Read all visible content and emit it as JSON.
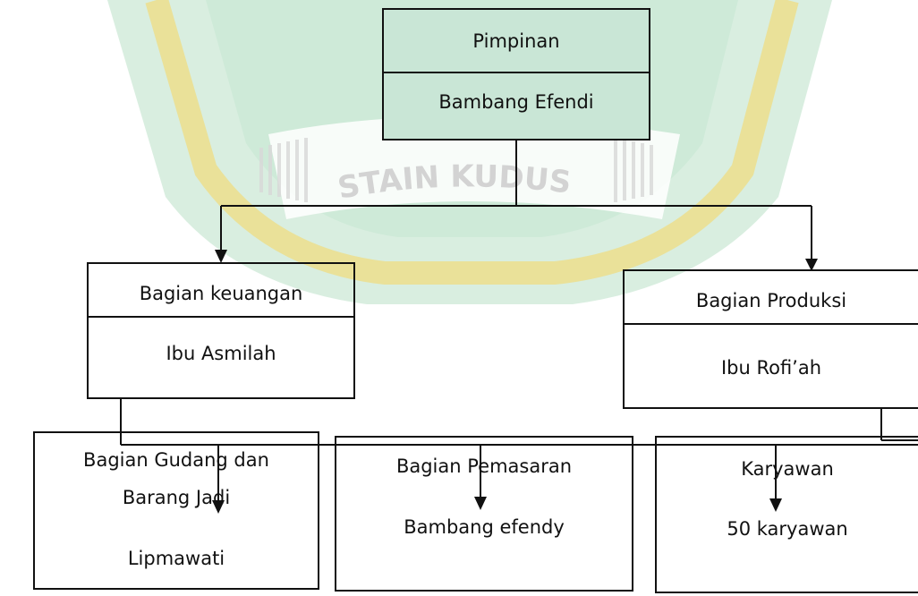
{
  "org_chart": {
    "leader": {
      "role": "Pimpinan",
      "name": "Bambang Efendi"
    },
    "finance": {
      "role": "Bagian  keuangan",
      "name": "Ibu Asmilah"
    },
    "production": {
      "role": "Bagian Produksi",
      "name": "Ibu Rofi’ah"
    },
    "warehouse": {
      "role_line1": "Bagian Gudang dan",
      "role_line2": "Barang Jadi",
      "name": "Lipmawati"
    },
    "marketing": {
      "role": "Bagian Pemasaran",
      "name": "Bambang  efendy"
    },
    "employees": {
      "role": "Karyawan",
      "name": "50 karyawan"
    }
  },
  "watermark": {
    "text": "STAIN KUDUS",
    "colors": {
      "green": "#1f9e5a",
      "yellow": "#e8c62a",
      "light_green": "#cfe9d8"
    }
  },
  "colors": {
    "box_fill": "#c9e6d6",
    "line": "#111111"
  }
}
